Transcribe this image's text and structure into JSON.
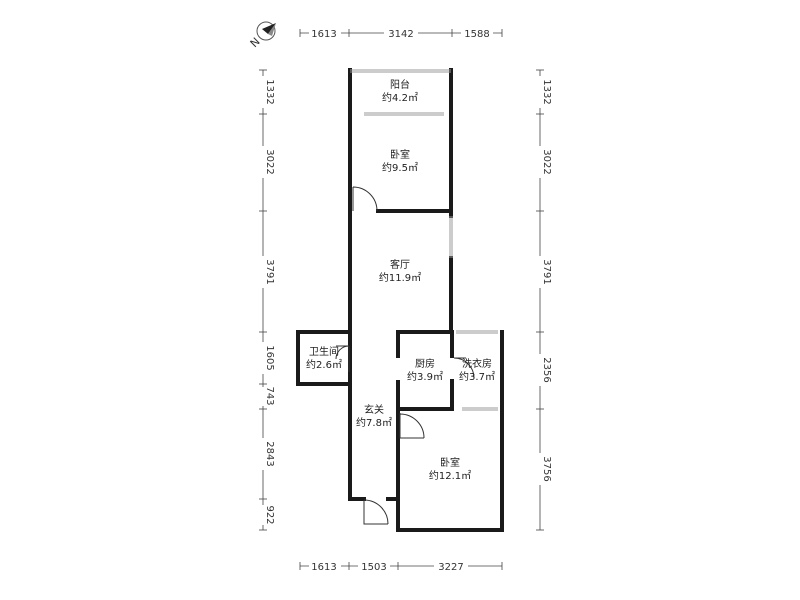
{
  "compass": {
    "label": "N",
    "icon": "north-arrow-icon"
  },
  "rooms": [
    {
      "id": "balcony",
      "name": "阳台",
      "area": "约4.2㎡"
    },
    {
      "id": "bedroom-1",
      "name": "卧室",
      "area": "约9.5㎡"
    },
    {
      "id": "living",
      "name": "客厅",
      "area": "约11.9㎡"
    },
    {
      "id": "bathroom",
      "name": "卫生间",
      "area": "约2.6㎡"
    },
    {
      "id": "kitchen",
      "name": "厨房",
      "area": "约3.9㎡"
    },
    {
      "id": "laundry",
      "name": "洗衣房",
      "area": "约3.7㎡"
    },
    {
      "id": "entrance",
      "name": "玄关",
      "area": "约7.8㎡"
    },
    {
      "id": "bedroom-2",
      "name": "卧室",
      "area": "约12.1㎡"
    }
  ],
  "dimensions": {
    "top": [
      "1613",
      "3142",
      "1588"
    ],
    "bottom": [
      "1613",
      "1503",
      "3227"
    ],
    "left": [
      "1332",
      "3022",
      "3791",
      "1605",
      "743",
      "2843",
      "922"
    ],
    "right": [
      "1332",
      "3022",
      "3791",
      "2356",
      "3756"
    ]
  }
}
